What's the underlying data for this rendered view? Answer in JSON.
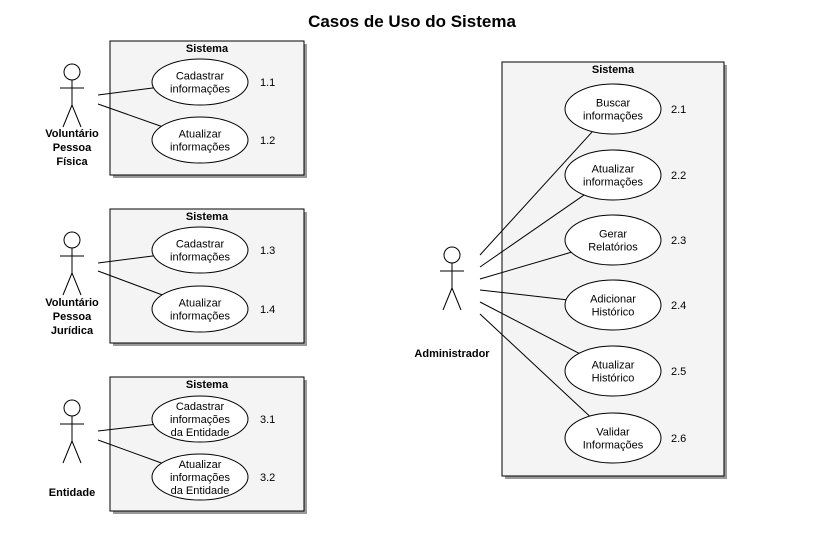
{
  "title": "Casos de Uso do Sistema",
  "systems": [
    {
      "label": "Sistema",
      "actor": [
        "Voluntário",
        "Pessoa",
        "Física"
      ],
      "use_cases": [
        {
          "lines": [
            "Cadastrar",
            "informações"
          ],
          "number": "1.1"
        },
        {
          "lines": [
            "Atualizar",
            "informações"
          ],
          "number": "1.2"
        }
      ]
    },
    {
      "label": "Sistema",
      "actor": [
        "Voluntário",
        "Pessoa",
        "Jurídica"
      ],
      "use_cases": [
        {
          "lines": [
            "Cadastrar",
            "informações"
          ],
          "number": "1.3"
        },
        {
          "lines": [
            "Atualizar",
            "informações"
          ],
          "number": "1.4"
        }
      ]
    },
    {
      "label": "Sistema",
      "actor": [
        "Entidade"
      ],
      "use_cases": [
        {
          "lines": [
            "Cadastrar",
            "informações",
            "da Entidade"
          ],
          "number": "3.1"
        },
        {
          "lines": [
            "Atualizar",
            "informações",
            "da Entidade"
          ],
          "number": "3.2"
        }
      ]
    },
    {
      "label": "Sistema",
      "actor": [
        "Administrador"
      ],
      "use_cases": [
        {
          "lines": [
            "Buscar",
            "informações"
          ],
          "number": "2.1"
        },
        {
          "lines": [
            "Atualizar",
            "informações"
          ],
          "number": "2.2"
        },
        {
          "lines": [
            "Gerar",
            "Relatórios"
          ],
          "number": "2.3"
        },
        {
          "lines": [
            "Adicionar",
            "Histórico"
          ],
          "number": "2.4"
        },
        {
          "lines": [
            "Atualizar",
            "Histórico"
          ],
          "number": "2.5"
        },
        {
          "lines": [
            "Validar",
            "Informações"
          ],
          "number": "2.6"
        }
      ]
    }
  ]
}
